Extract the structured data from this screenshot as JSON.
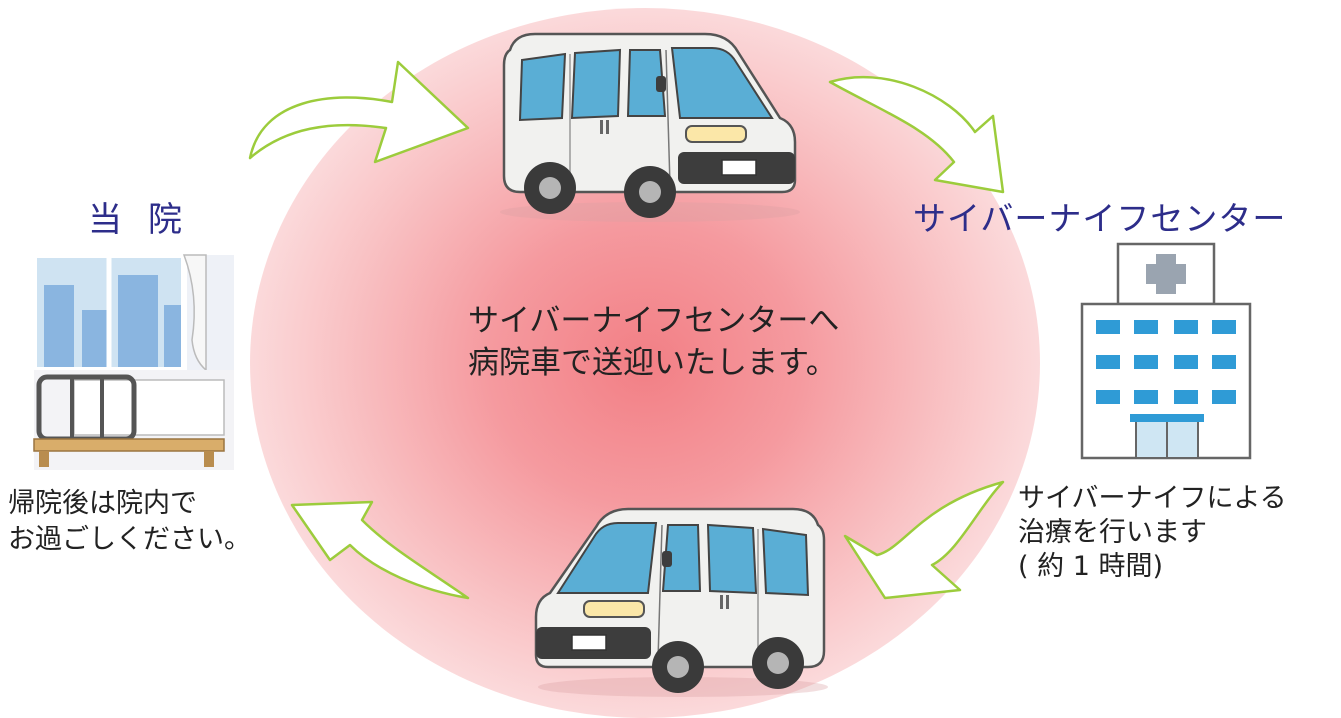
{
  "left_site": {
    "title": "当院",
    "note_line1": "帰院後は院内で",
    "note_line2": "お過ごしください。"
  },
  "right_site": {
    "title": "サイバーナイフセンター",
    "note_line1": "サイバーナイフによる",
    "note_line2": "治療を行います",
    "note_line3": "( 約 1 時間)"
  },
  "center": {
    "line1": "サイバーナイフセンターへ",
    "line2": "病院車で送迎いたします。"
  },
  "colors": {
    "title_blue": "#2d2d8a",
    "arrow_green": "#9ccc3c",
    "glow_red": "#f27f85",
    "building_blue": "#2f9bd6"
  },
  "icons": {
    "top_vehicle": "van-icon",
    "bottom_vehicle": "van-icon",
    "left_image": "hospital-room-icon",
    "right_image": "hospital-building-icon"
  }
}
